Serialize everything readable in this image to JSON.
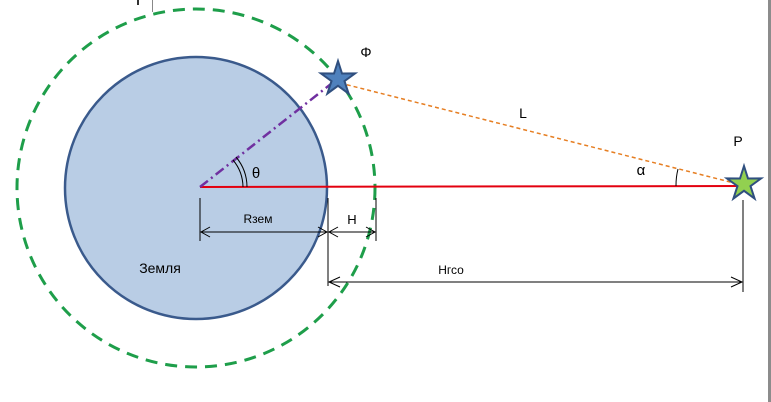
{
  "labels": {
    "phi": "Φ",
    "L": "L",
    "P": "P",
    "alpha": "α",
    "theta": "θ",
    "r_earth": "Rзем",
    "h": "H",
    "h_geo": "Hгсо",
    "earth": "Земля"
  },
  "colors": {
    "earth_fill": "#b9cde5",
    "earth_stroke": "#3a5a8c",
    "orbit": "#1e9e4a",
    "red_line": "#e3000f",
    "orange_line": "#e67e22",
    "purple_line": "#7030a0",
    "star_blue": "#4f81bd",
    "star_green": "#92d050",
    "star_stroke": "#2f4f7f"
  }
}
